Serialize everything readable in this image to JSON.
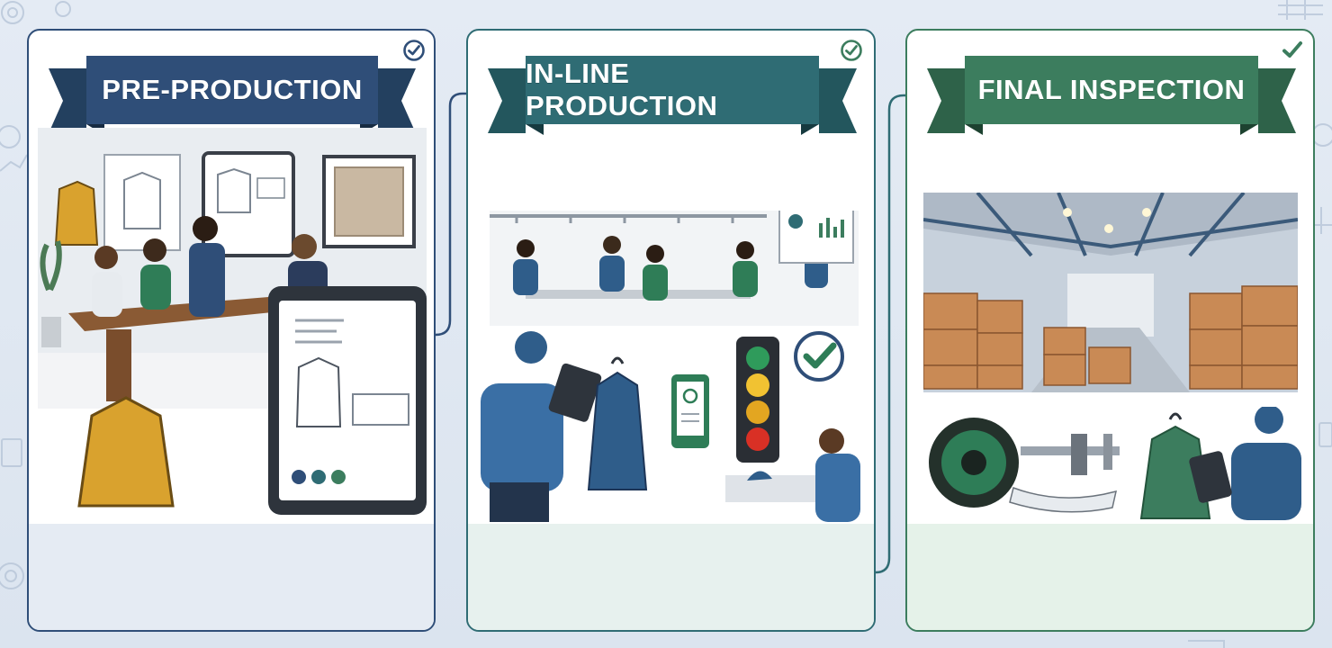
{
  "stages": [
    {
      "title": "PRE-PRODUCTION",
      "color": "#2f4e78"
    },
    {
      "title": "IN-LINE PRODUCTION",
      "color": "#2f6c74"
    },
    {
      "title": "FINAL INSPECTION",
      "color": "#3c7d5e"
    }
  ],
  "icons": {
    "stage_complete": "check-circle-icon",
    "flow_connector": "arrow-right-icon"
  },
  "colors": {
    "background": "#e0e8f2",
    "pre": "#2f4e78",
    "inline": "#2f6c74",
    "final": "#3c7d5e"
  }
}
